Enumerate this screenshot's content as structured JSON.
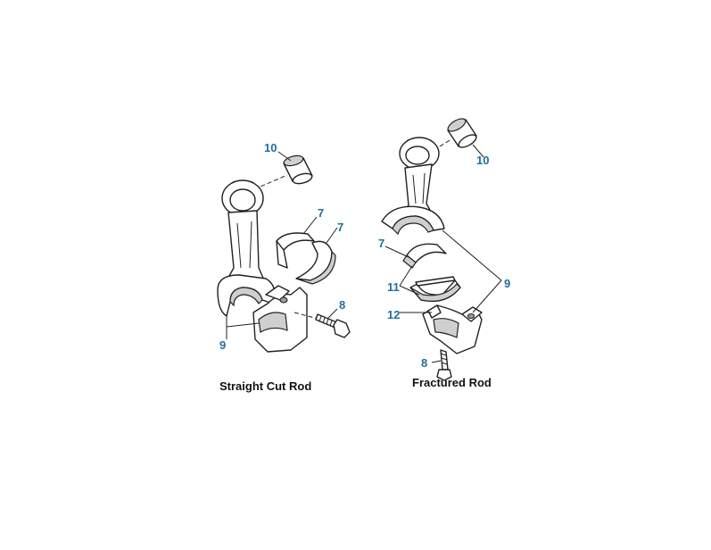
{
  "colors": {
    "callout": "#1a6fb0",
    "ink": "#222222",
    "shade": "#cfcfcf"
  },
  "captions": {
    "straight": "Straight Cut Rod",
    "fractured": "Fractured Rod"
  },
  "callouts": {
    "straight": {
      "bushing": "10",
      "bearing_upper": "7",
      "bearing_lower": "7",
      "bolt": "8",
      "cap": "9"
    },
    "fractured": {
      "bushing": "10",
      "bearing_upper": "7",
      "bearing_lower": "11",
      "tang": "12",
      "cap": "9",
      "bolt": "8"
    }
  }
}
